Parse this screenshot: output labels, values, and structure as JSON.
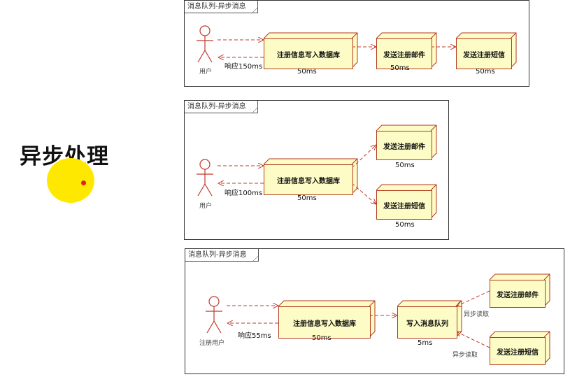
{
  "heading": "异步处理",
  "frame_title": "消息队列-异步消息",
  "diagrams": [
    {
      "actor": "用户",
      "response": "响应150ms",
      "nodes": [
        {
          "label": "注册信息写入数据库",
          "time": "50ms"
        },
        {
          "label": "发送注册邮件",
          "time": "50ms"
        },
        {
          "label": "发送注册短信",
          "time": "50ms"
        }
      ]
    },
    {
      "actor": "用户",
      "response": "响应100ms",
      "nodes": [
        {
          "label": "注册信息写入数据库",
          "time": "50ms"
        },
        {
          "label": "发送注册邮件",
          "time": "50ms"
        },
        {
          "label": "发送注册短信",
          "time": "50ms"
        }
      ]
    },
    {
      "actor": "注册用户",
      "response": "响应55ms",
      "nodes": [
        {
          "label": "注册信息写入数据库",
          "time": "50ms"
        },
        {
          "label": "写入消息队列",
          "time": "5ms"
        },
        {
          "label": "发送注册邮件",
          "time": ""
        },
        {
          "label": "发送注册短信",
          "time": ""
        }
      ],
      "async_labels": [
        "异步读取",
        "异步读取"
      ]
    }
  ]
}
